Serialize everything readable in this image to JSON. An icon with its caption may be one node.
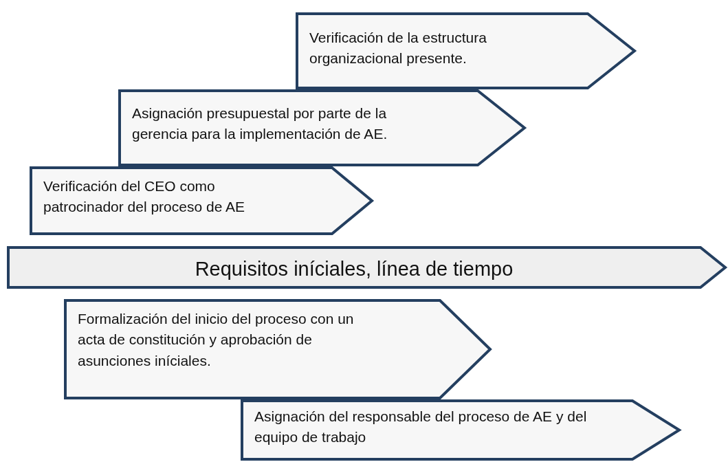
{
  "diagram": {
    "nodes": [
      {
        "text": [
          "Verificación de la estructura organizacional presente."
        ]
      },
      {
        "text": [
          "Asignación presupuestal por parte de la gerencia para la implementación de AE."
        ]
      },
      {
        "text": [
          "Verificación del CEO como patrocinador del proceso de AE"
        ]
      },
      {
        "text": [
          "Requisitos iníciales, línea de tiempo"
        ]
      },
      {
        "text": [
          "Formalización del inicio del proceso con un acta de constitución y aprobación de asunciones iníciales."
        ]
      },
      {
        "text": [
          "Asignación del responsable del proceso de AE y del equipo de trabajo"
        ]
      }
    ]
  }
}
